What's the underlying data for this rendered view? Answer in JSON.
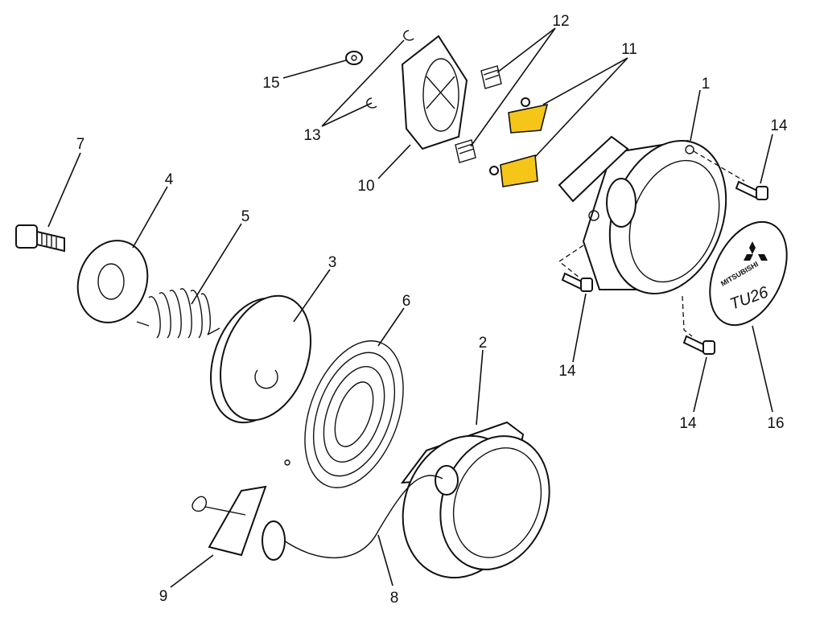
{
  "diagram": {
    "title": "Recoil starter exploded view",
    "highlight_color": "#f5c518",
    "parts": [
      {
        "id": "p1",
        "label": "1"
      },
      {
        "id": "p2",
        "label": "2"
      },
      {
        "id": "p3",
        "label": "3"
      },
      {
        "id": "p4",
        "label": "4"
      },
      {
        "id": "p5",
        "label": "5"
      },
      {
        "id": "p6",
        "label": "6"
      },
      {
        "id": "p7",
        "label": "7"
      },
      {
        "id": "p8",
        "label": "8"
      },
      {
        "id": "p9",
        "label": "9"
      },
      {
        "id": "p10",
        "label": "10"
      },
      {
        "id": "p11",
        "label": "11"
      },
      {
        "id": "p12",
        "label": "12"
      },
      {
        "id": "p13",
        "label": "13"
      },
      {
        "id": "p14a",
        "label": "14"
      },
      {
        "id": "p14b",
        "label": "14"
      },
      {
        "id": "p14c",
        "label": "14"
      },
      {
        "id": "p15",
        "label": "15"
      },
      {
        "id": "p16",
        "label": "16"
      }
    ],
    "logo": {
      "brand": "MITSUBISHI",
      "model": "TU26"
    }
  }
}
